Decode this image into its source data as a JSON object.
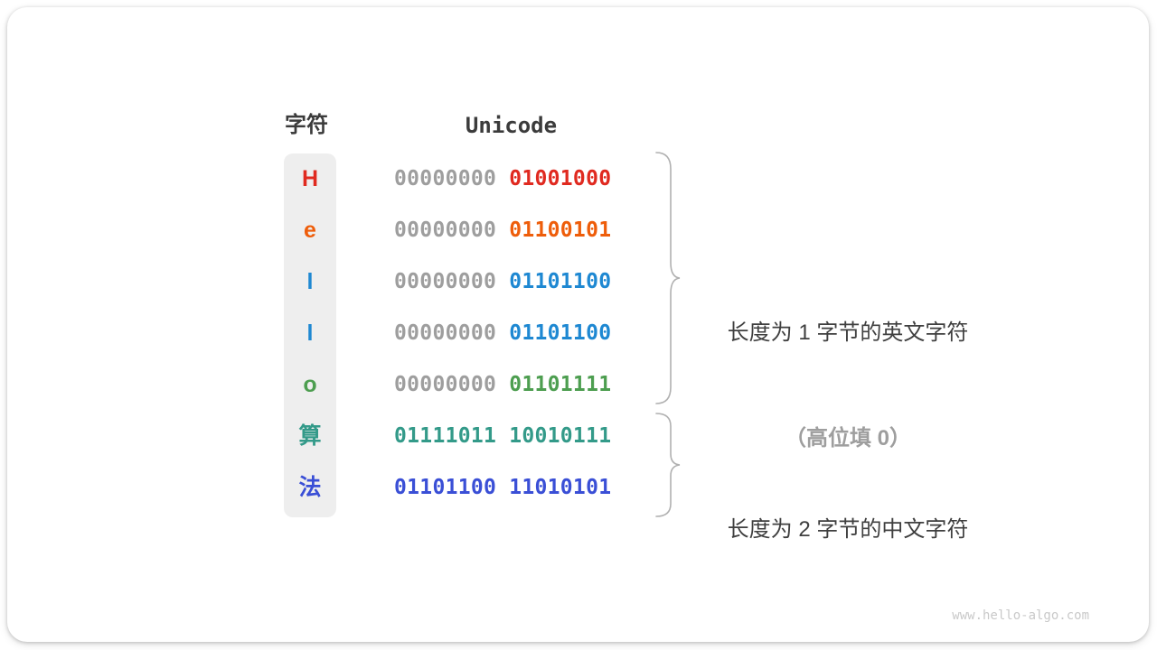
{
  "table": {
    "headers": {
      "char": "字符",
      "unicode": "Unicode"
    },
    "rows": [
      {
        "char": "H",
        "color": "#e02a20",
        "byte1": "00000000",
        "byte1_color": "#9e9e9e",
        "byte2": "01001000",
        "byte2_color": "#e02a20"
      },
      {
        "char": "e",
        "color": "#ee5d0a",
        "byte1": "00000000",
        "byte1_color": "#9e9e9e",
        "byte2": "01100101",
        "byte2_color": "#ee5d0a"
      },
      {
        "char": "l",
        "color": "#1e88d2",
        "byte1": "00000000",
        "byte1_color": "#9e9e9e",
        "byte2": "01101100",
        "byte2_color": "#1e88d2"
      },
      {
        "char": "l",
        "color": "#1e88d2",
        "byte1": "00000000",
        "byte1_color": "#9e9e9e",
        "byte2": "01101100",
        "byte2_color": "#1e88d2"
      },
      {
        "char": "o",
        "color": "#4d9e50",
        "byte1": "00000000",
        "byte1_color": "#9e9e9e",
        "byte2": "01101111",
        "byte2_color": "#4d9e50"
      },
      {
        "char": "算",
        "color": "#339a89",
        "byte1": "01111011",
        "byte1_color": "#339a89",
        "byte2": "10010111",
        "byte2_color": "#339a89"
      },
      {
        "char": "法",
        "color": "#3a4fd6",
        "byte1": "01101100",
        "byte1_color": "#3a4fd6",
        "byte2": "11010101",
        "byte2_color": "#3a4fd6"
      }
    ]
  },
  "annotations": {
    "english": {
      "line1": "长度为 1 字节的英文字符",
      "line2": "（高位填 0）"
    },
    "chinese": {
      "line1": "长度为 2 字节的中文字符"
    }
  },
  "watermark": "www.hello-algo.com",
  "colors": {
    "text_dark": "#3b3b3b",
    "text_gray": "#9e9e9e",
    "column_background": "#eeeeee",
    "brace_stroke": "#b0b0b0",
    "watermark_gray": "#c9c9c9"
  }
}
